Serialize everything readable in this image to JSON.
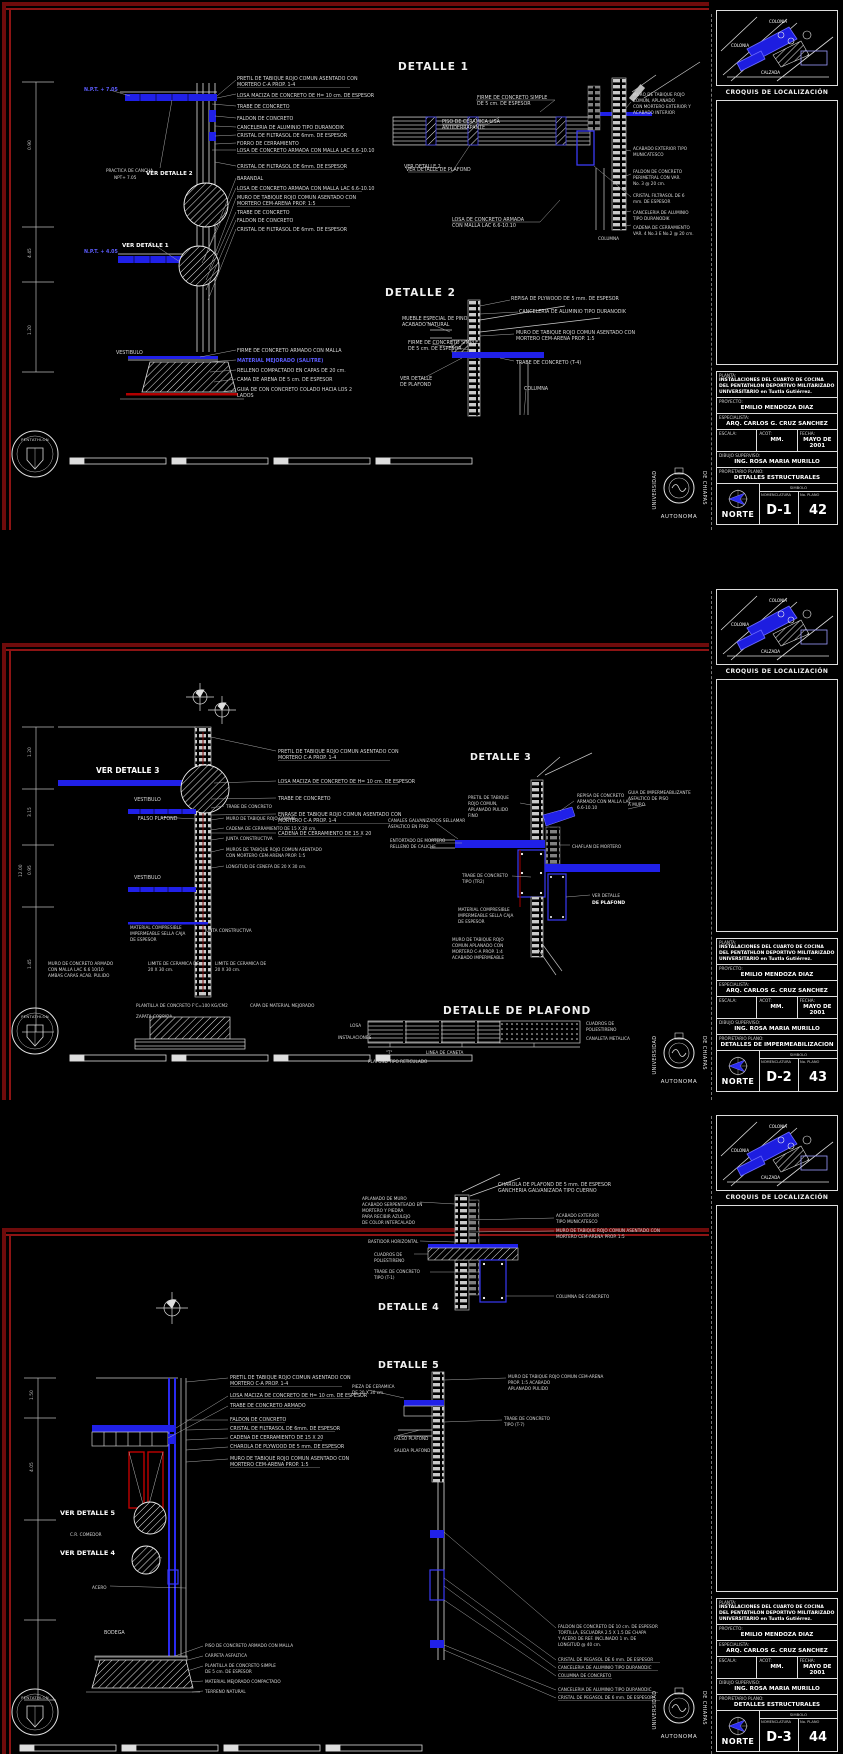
{
  "labels": {
    "croquis_title": "CROQUIS DE LOCALIZACIÓN",
    "croq1": "COLONIA",
    "croq2": "CALZADA",
    "tb_planta_label": "PLANTA:",
    "tb_planta1": "INSTALACIONES DEL CUARTO DE COCINA",
    "tb_planta2": "DEL PENTATHLON DEPORTIVO MILITARIZADO",
    "tb_planta3": "UNIVERSITARIO en Tuxtla Gutiérrez.",
    "tb_proyecto_label": "PROYECTO:",
    "tb_proyecto": "EMILIO MENDOZA DIAZ",
    "tb_esp_label": "ESPECIALISTA:",
    "tb_esp": "ARQ. CARLOS G. CRUZ SANCHEZ",
    "tb_escala_label": "ESCALA:",
    "tb_acot_label": "ACOT:",
    "tb_acot": "MM.",
    "tb_fecha_label": "FECHA:",
    "tb_fecha": "MAYO DE 2001",
    "tb_dibujo_label": "DIBUJO SUPERVISO:",
    "tb_dibujo": "ING. ROSA MARIA MURILLO",
    "tb_plano_label": "PROPIETARIO PLANO:",
    "s1_plano": "DETALLES ESTRUCTURALES",
    "s2_plano": "DETALLES DE IMPERMEABILIZACION",
    "s3_plano": "DETALLES ESTRUCTURALES",
    "tb_simbolo": "SIMBOLO",
    "tb_norte": "NORTE",
    "tb_nomen_label": "NOMENCLATURA",
    "tb_noplano_label": "No. PLANO",
    "s1_id": "D-1",
    "s1_no": "42",
    "s2_id": "D-2",
    "s2_no": "43",
    "s3_id": "D-3",
    "s3_no": "44",
    "logo_univ": "UNIVERSIDAD",
    "logo_auto": "AUTONOMA",
    "logo_chiapas": "DE CHIAPAS",
    "logo_pent": "PENTATHLON",
    "vestibulo": "VESTIBULO",
    "columna": "COLUMNA",
    "junta": "JUNTA CONSTRUCTIVA",
    "falso": "FALSO PLAFOND",
    "salida": "SALIDA PLAFOND",
    "s1_npt": "N.P.T. + 7.05",
    "s1_npt2": "N.P.T. + 4.05",
    "s1_practica1": "PRACTICA DE CANCHA",
    "s1_practica2": "NPT+ 7.05",
    "s1_verd2": "VER DETALLE 2",
    "s1_verd1": "VER DETALLE 1",
    "s1_dim1": "0.90",
    "s1_dim2": "4.45",
    "s1_dim3": "1.20",
    "a1a": "PRETIL DE TABIQUE ROJO COMUN  ASENTADO CON",
    "a1b": "MORTERO C-A  PROP. 1-4",
    "a2": "LOSA MACIZA DE CONCRETO DE H= 10 cm. DE ESPESOR",
    "a3": "TRABE DE CONCRETO",
    "a4": "FALDON DE CONCRETO",
    "a5": "CANCELERIA DE ALUMINIO TIPO DURANODIK",
    "a6": "CRISTAL DE FILTRASOL DE 6mm. DE ESPESOR",
    "a7": "FORRO DE CERRAMIENTO",
    "a8": "LOSA DE CONCRETO ARMADA CON MALLA LAC 6.6-10.10",
    "a9r": "VER DETALLE 2",
    "a10": "BARANDAL",
    "a12a": "MURO DE TABIQUE ROJO COMUN  ASENTADO CON",
    "a12b": "MORTERO CEM-ARENA  PROP. 1:5",
    "a16": "FIRME DE CONCRETO ARMADO CON MALLA",
    "a17": "MATERIAL MEJORADO (SALITRE)",
    "a18": "RELLENO COMPACTADO EN CAPAS DE 20 cm.",
    "a19": "CAMA DE ARENA DE 5 cm. DE ESPESOR",
    "a20a": "GUIA DE CON CONCRETO COLADO HACIA LOS 2",
    "a20b": "LADOS",
    "d1_title": "DETALLE 1",
    "d1a1": "FIRME DE CONCRETO SIMPLE",
    "d1a2": "DE 5 cm. DE ESPESOR",
    "d1b1": "PISO DE CERAMICA LISA",
    "d1b2": "ANTIDERRAPANTE",
    "d1c": "VER DETALLE DE PLAFOND",
    "d1d1": "LOSA DE CONCRETO ARMADA",
    "d1d2": "CON MALLA LAC 6.6-10.10",
    "d1e1": "MURO DE TABIQUE ROJO",
    "d1e2": "COMUN, APLANADO",
    "d1e3": "CON MORTERO EXTERIOR Y",
    "d1e4": "ACABADO INTERIOR",
    "d1f1": "ACABADO EXTERIOR TIPO",
    "d1f2": "MUNICATESCO",
    "d1g1": "FALDON DE CONCRETO",
    "d1g2": "PERIMETRAL CON VAR.",
    "d1g3": "No. 3 @ 20 cm.",
    "d1h1": "CRISTAL FILTRASOL DE 6",
    "d1h2": "mm. DE ESPESOR",
    "d1i1": "CANCELERIA DE ALUMINIO",
    "d1i2": "TIPO DURANODIK",
    "d1j1": "CADENA DE CERRAMIENTO",
    "d1j2": "VAR. 4 No.3  E No.2 @ 20 cm.",
    "d2_title": "DETALLE 2",
    "d2a": "REPISA DE PLYWOOD DE 5 mm. DE ESPESOR",
    "d2b": "CANCELERIA DE ALUMINIO TIPO DURANODIK",
    "d2c1": "MUEBLE ESPECIAL DE PINO,",
    "d2c2": "ACABADO NATURAL",
    "d2d1": "FIRME DE CONCRETO SIMPLE",
    "d2d2": "DE 5 cm. DE ESPESOR",
    "d2f": "TRABE DE CONCRETO (T-4)",
    "d2g1": "VER DETALLE",
    "d2g2": "DE PLAFOND",
    "s2_verd3": "VER DETALLE 3",
    "s2b1": "ENRASE DE TABIQUE ROJO COMUN  ASENTADO CON",
    "s2b2": "MORTERO C-A  PROP. 1-4",
    "s2c": "CADENA DE CERRAMIENTO DE 15 X 20",
    "e2": "MURO DE TABIQUE ROJO COMUN",
    "e3": "CADENA DE CERRAMIENTO DE 15 X 20 cm.",
    "e5a": "MUROS DE TABIQUE ROJO COMUN ASENTADO",
    "e5b": "CON MORTERO CEM-ARENA  PROP. 1:5",
    "e6": "LONGITUD DE CENEFA DE 20 X 30 cm.",
    "f1a": "MATERIAL COMPRESIBLE",
    "f1b": "IMPERMEABLE SELLA CAJA",
    "f1c": "DE ESPESOR",
    "f2a": "LIMITE DE CERAMICA  DE",
    "f2b": "20 X 30 cm.",
    "f3a": "MURO DE CONCRETO ARMADO",
    "f3b": "CON MALLA LAC 6.6 10/10",
    "f3c": "AMBAS CARAS ACAB. PULIDO",
    "f7": "PLANTILLA DE CONCRETO F'C=100 KG/CM2",
    "f8": "CAPA DE MATERIAL MEJORADO",
    "f9": "ZAPATA CORRIDA",
    "s2dim1": "1.20",
    "s2dim2": "3.15",
    "s2dim3": "0.95",
    "s2dim4": "1.45",
    "s2dim5": "12.00",
    "d3_title": "DETALLE 3",
    "g1a": "PRETIL DE TABIQUE",
    "g1b": "ROJO COMUN,",
    "g1c": "APLANADO PULIDO",
    "g1d": "FINO",
    "g2a": "REPISA DE CONCRETO",
    "g2b": "ARMADO CON MALLA LAC",
    "g2c": "6.6-10.10",
    "g3a": "CANALES GALVANIZADOS SELLAMAR",
    "g3b": "ASFALTICO EN FRIO",
    "g4a": "ENTORTADO DE MORTERO",
    "g4b": "RELLENO DE CALICHE",
    "g5": "CHAFLAN DE MORTERO",
    "g6a": "TRABE DE CONCRETO",
    "g6b": "TIPO (TR2)",
    "g7a": "GUIA DE IMPERMEABILIZANTE",
    "g7b": "ASFALTICO DE PISO",
    "g7c": "A MURO",
    "g9a": "MURO DE TABIQUE ROJO",
    "g9b": "COMUN APLANADO CON",
    "g9c": "MORTERO C-A  PROP. 1:4",
    "g9d": "ACABADO IMPERMEABLE",
    "dp_title": "DETALLE DE PLAFOND",
    "p1": "LOSA",
    "p2": "INSTALACIONES",
    "p3a": "CUADROS DE",
    "p3b": "POLIESTIRENO",
    "p4": "CANALETA METALICA",
    "p5": "\"T\"",
    "p6": "LINEA DE CANETA",
    "p7": "PLAFOND TIPO RETICULADO",
    "h3": "TRABE DE CONCRETO ARMADO",
    "h7": "CHAROLA DE PLYWOOD DE 5 mm. DE ESPESOR",
    "s3_verd5": "VER DETALLE 5",
    "s3_verd4": "VER DETALLE 4",
    "s3_comedor": "C.R. COMEDOR",
    "s3_acero": "ACERO",
    "s3_bodega": "BODEGA",
    "s3_dim1": "1.50",
    "s3_dim2": "4.05",
    "i1": "PISO DE CONCRETO ARMADO CON MALLA",
    "i2": "CARPETA ASFALTICA",
    "i3a": "PLANTILLA DE CONCRETO SIMPLE",
    "i3b": "DE 5 cm. DE ESPESOR",
    "i4": "MATERIAL MEJORADO COMPACTADO",
    "i5": "TERRENO NATURAL",
    "d4_title": "DETALLE 4",
    "j1a": "CHAROLA DE PLAFOND DE 5 mm. DE ESPESOR",
    "j1b": "GANCHERIA GALVANIZADA TIPO CUERNO",
    "j2a": "APLANADO DE MURO",
    "j2b": "ACABADO SERPENTEADO EN",
    "j2c": "MORTERO Y PIEDRA",
    "j2d": "PARA RECIBIR AZULEJO",
    "j2e": "DE COLOR INTERCALADO",
    "j3a": "ACABADO EXTERIOR",
    "j3b": "TIPO MUNICATESCO",
    "j5": "BASTIDOR HORIZONTAL",
    "j7a": "TRABE DE CONCRETO",
    "j7b": "TIPO (T-1)",
    "j8": "COLUMNA DE CONCRETO",
    "d5_title": "DETALLE 5",
    "k1a": "MURO DE TABIQUE ROJO COMUN CEM-ARENA",
    "k1b": "PROP. 1:5 ACABADO",
    "k1c": "APLANADO PULIDO",
    "k2a": "PIEZA DE CERAMICA",
    "k2b": "DE 20 X 30 cm.",
    "k3a": "TRABE DE CONCRETO",
    "k3b": "TIPO (T-7)",
    "k5a": "FALDON DE CONCRETO DE 10 cm. DE ESPESOR",
    "k5b": "TORTILLA, ESCUADRA 2.5 X 1.5 DE CHAPA",
    "k5c": "Y ACERO DE REF. INCLINADO 1 m. DE",
    "k5d": "LONGITUD  @ 40 cm.",
    "k6": "CRISTAL DE PEGASOL DE 6 mm. DE ESPESOR",
    "k7": "CANCELERIA DE ALUMINIO TIPO DURANODIC"
  }
}
